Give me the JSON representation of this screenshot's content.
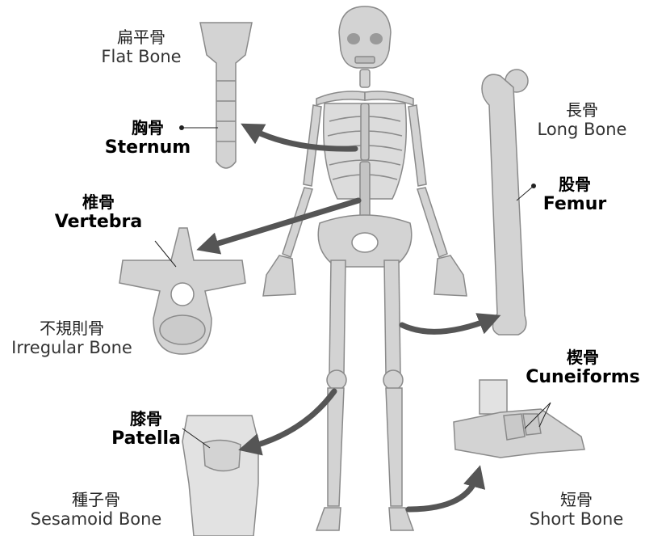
{
  "labels": {
    "flat_bone": {
      "zh": "扁平骨",
      "en": "Flat Bone"
    },
    "sternum": {
      "zh": "胸骨",
      "en": "Sternum"
    },
    "vertebra": {
      "zh": "椎骨",
      "en": "Vertebra"
    },
    "irregular_bone": {
      "zh": "不規則骨",
      "en": "Irregular Bone"
    },
    "long_bone": {
      "zh": "長骨",
      "en": "Long Bone"
    },
    "femur": {
      "zh": "股骨",
      "en": "Femur"
    },
    "cuneiforms": {
      "zh": "楔骨",
      "en": "Cuneiforms"
    },
    "patella": {
      "zh": "膝骨",
      "en": "Patella"
    },
    "sesamoid_bone": {
      "zh": "種子骨",
      "en": "Sesamoid Bone"
    },
    "short_bone": {
      "zh": "短骨",
      "en": "Short Bone"
    }
  },
  "colors": {
    "bone_fill": "#d3d3d3",
    "bone_stroke": "#8a8a8a",
    "arrow": "#555555",
    "text": "#222222"
  }
}
